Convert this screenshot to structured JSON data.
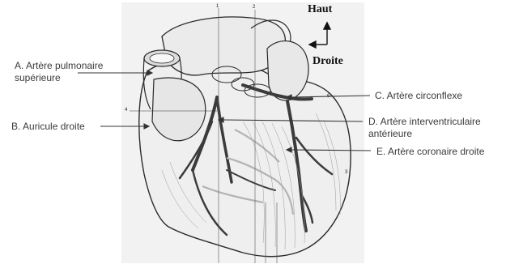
{
  "labels": {
    "a_line1": "A. Artère pulmonaire",
    "a_line2": "supérieure",
    "b": "B. Auricule droite",
    "c": "C. Artère circonflexe",
    "d_line1": "D. Artère interventriculaire",
    "d_line2": "antérieure",
    "e": "E. Artère coronaire droite"
  },
  "orientation": {
    "up": "Haut",
    "right": "Droite"
  },
  "figure_numbers": {
    "n1": "1",
    "n2": "2",
    "n3": "3",
    "n4": "4",
    "n6": "6"
  },
  "colors": {
    "label_text": "#3a3a3a",
    "leader_line": "#333333",
    "plate_background": "#f2f2f2",
    "ink": "#333333"
  }
}
